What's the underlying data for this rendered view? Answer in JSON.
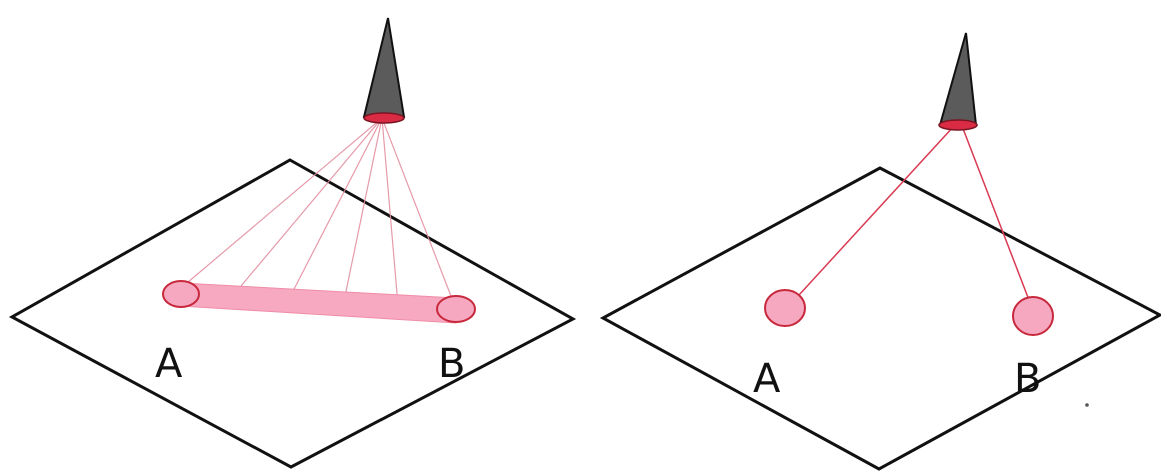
{
  "panels": [
    {
      "point_a_label": "A",
      "point_b_label": "B"
    },
    {
      "point_a_label": "A",
      "point_b_label": "B"
    }
  ],
  "colors": {
    "beam": "#d96a7e",
    "spot_fill": "#f5a8c0",
    "spot_stroke": "#c8283c",
    "projector_body": "#5b5b5b",
    "projector_lens": "#d92b43",
    "plane_stroke": "#111111"
  },
  "icons": {
    "projector": "projector-icon"
  }
}
